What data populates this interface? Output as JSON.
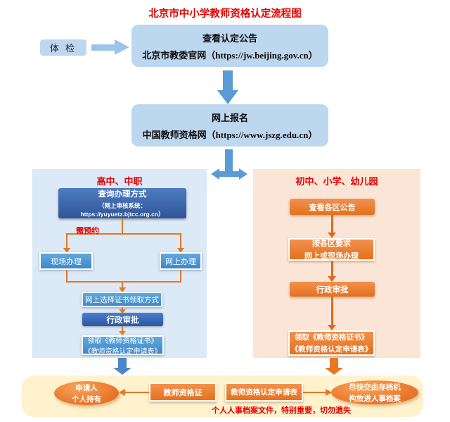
{
  "title": "北京市中小学教师资格认定流程图",
  "colors": {
    "title_red": "#e60000",
    "light_blue_box": "#bdd7ee",
    "arrow_light_blue": "#9dc3e6",
    "arrow_blue": "#5b9bd5",
    "left_panel_bg": "#dce9f6",
    "right_panel_bg": "#fbe5d6",
    "dark_blue_box": "#2f5597",
    "medium_blue_box": "#4593d2",
    "orange": "#ed7d31",
    "orange_line": "#e87722",
    "orange_dark": "#d96c1e",
    "bottom_bar_bg": "#fff2cc"
  },
  "top_flow": {
    "physical_exam": "体 检",
    "announcement_line1": "查看认定公告",
    "announcement_line2": "北京市教委官网（https://jw.beijing.gov.cn）",
    "signup_line1": "网上报名",
    "signup_line2": "中国教师资格网（https://www.jszg.edu.cn）"
  },
  "left_panel": {
    "title": "高中、中职",
    "query_line1": "查询办理方式",
    "query_line2": "（网上审核系统：https://yuyuetz.bjtcc.org.cn）",
    "appointment_note": "需预约",
    "onsite": "现场办理",
    "online": "网上办理",
    "choose_method": "网上选择证书领取方式",
    "approval": "行政审批",
    "receive_line1": "领取《教师资格证书》",
    "receive_line2": "《教师资格认定申请表》"
  },
  "right_panel": {
    "title": "初中、小学、幼儿园",
    "step1": "查看各区公告",
    "step2_line1": "按各区要求",
    "step2_line2": "网上或现场办理",
    "step3": "行政审批",
    "step4_line1": "领取《教师资格证书》",
    "step4_line2": "《教师资格认定申请表》"
  },
  "bottom_bar": {
    "holder_line1": "申请人",
    "holder_line2": "个人持有",
    "certificate": "教师资格证",
    "application_form": "教师资格认定申请表",
    "archive_line1": "尽快交由存档机",
    "archive_line2": "构放进人事档案",
    "warning": "个人人事档案文件，特别重要，切勿遗失"
  }
}
